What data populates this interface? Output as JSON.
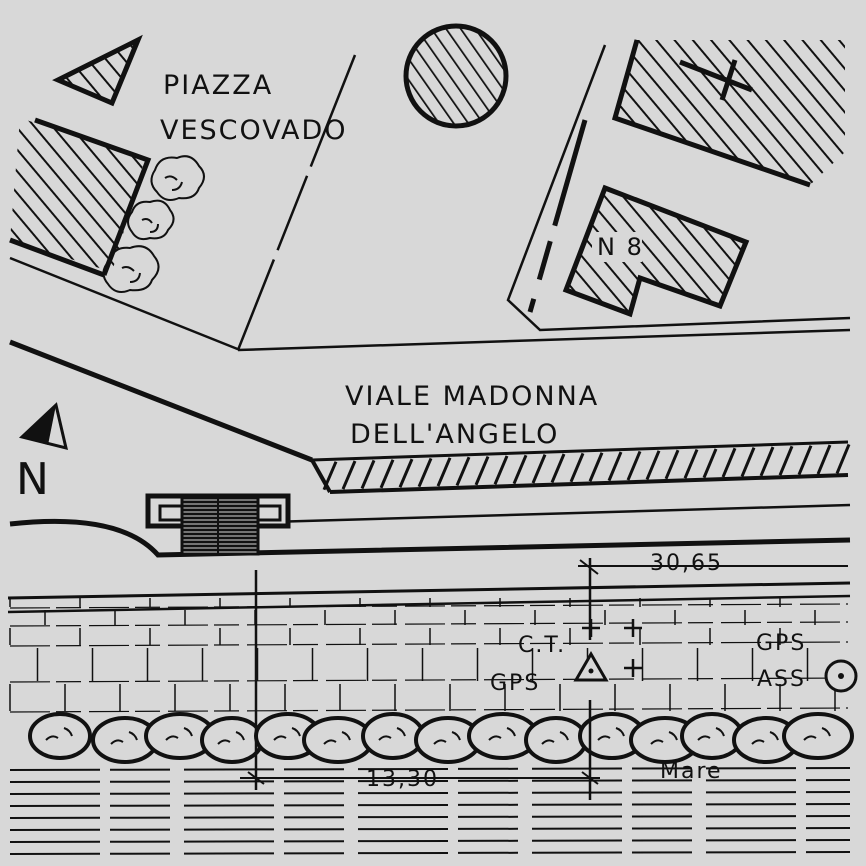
{
  "labels": {
    "piazza_line1": "PIAZZA",
    "piazza_line2": "VESCOVADO",
    "building_number": "N 8",
    "street_line1": "VIALE  MADONNA",
    "street_line2": "DELL'ANGELO",
    "north": "N",
    "ct": "C.T.",
    "gps_left": "GPS",
    "gps_right": "GPS",
    "ass": "ASS",
    "sea": "Mare"
  },
  "measurements": {
    "top_distance": "30,65",
    "bottom_distance": "13,30"
  },
  "colors": {
    "paper": "#d8d8d8",
    "ink": "#111111"
  },
  "icons": [
    "north-arrow-icon",
    "triangle-benchmark-icon",
    "circle-benchmark-icon",
    "cross-mark-icon"
  ]
}
